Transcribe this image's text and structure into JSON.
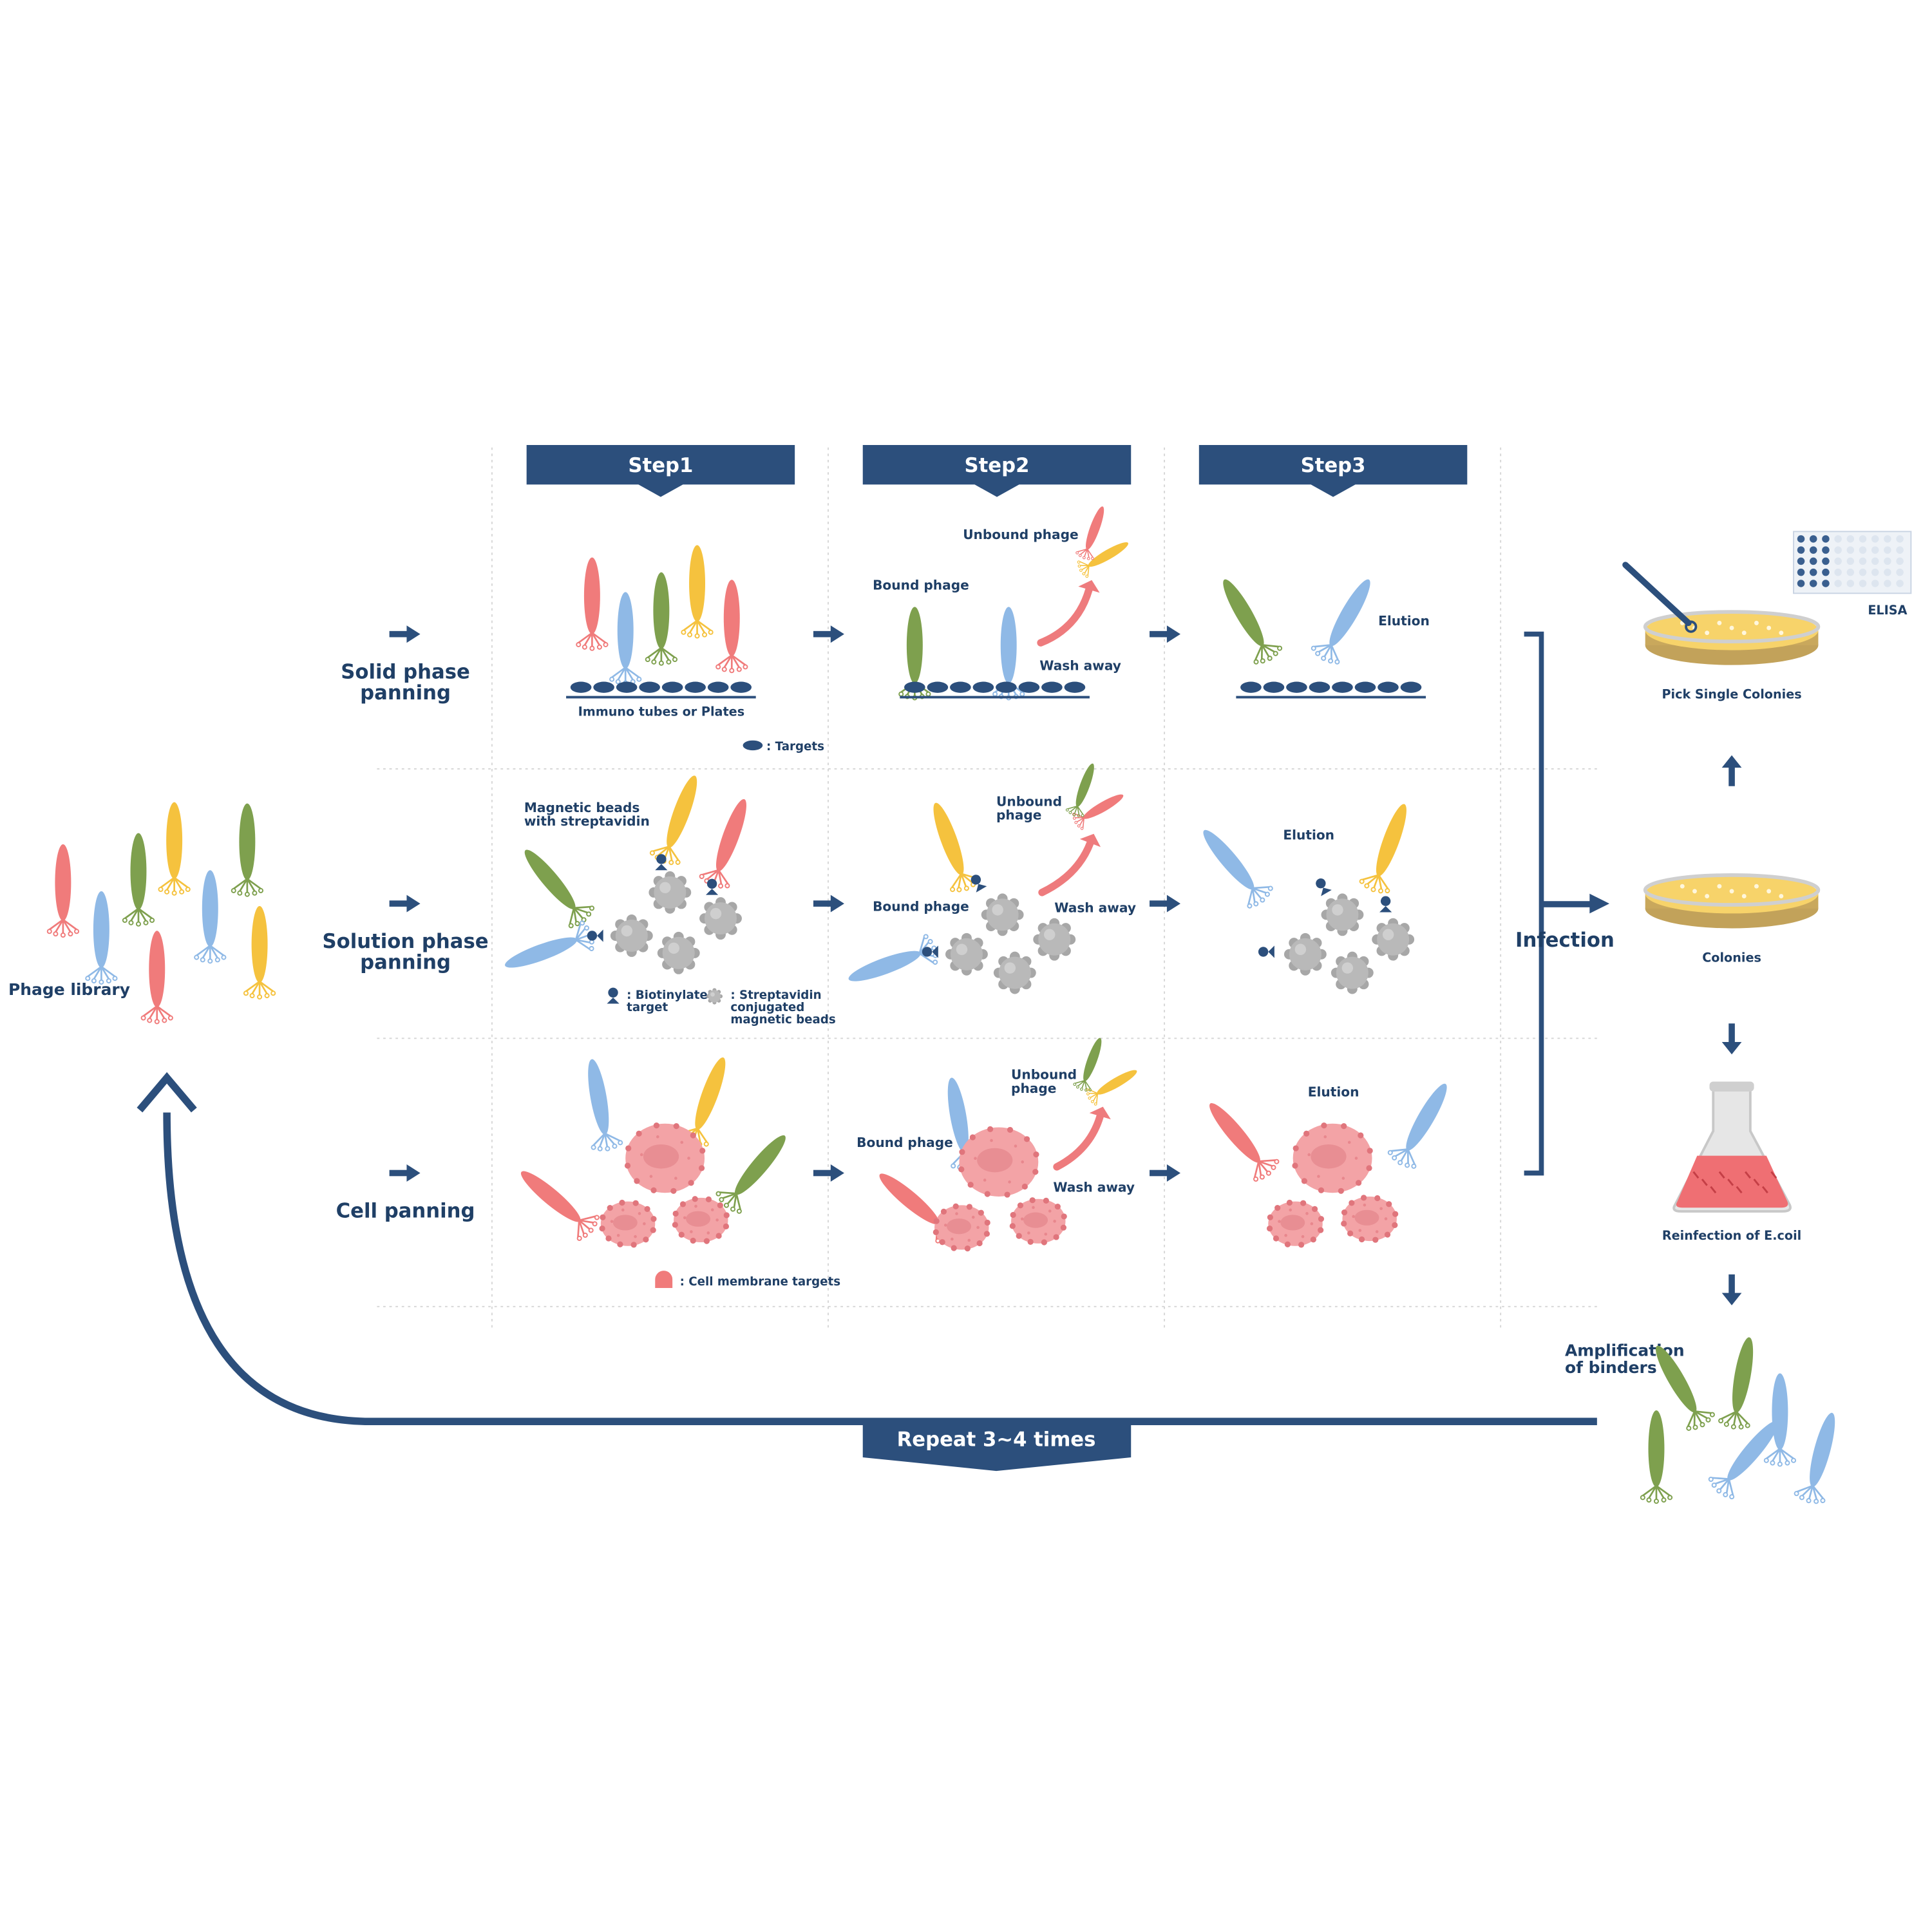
{
  "colors": {
    "navy": "#2c4f7c",
    "text": "#1f3f66",
    "red": "#f07b7b",
    "blue": "#8fb9e6",
    "green": "#7ea04e",
    "yellow": "#f5c23e",
    "gray": "#b9b9b9",
    "pink": "#f3a3a6",
    "grid": "#d6d6d6"
  },
  "steps": [
    "Step1",
    "Step2",
    "Step3"
  ],
  "rows": {
    "solid": "Solid phase\npanning",
    "solution": "Solution phase\npanning",
    "cell": "Cell panning"
  },
  "library": "Phage library",
  "labels": {
    "immuno": "Immuno tubes or Plates",
    "targets_legend": ": Targets",
    "bound_phage": "Bound phage",
    "unbound_phage": "Unbound phage",
    "unbound_phage_2line": "Unbound\nphage",
    "wash_away": "Wash away",
    "elution": "Elution",
    "magnetic_beads": "Magnetic beads\nwith streptavidin",
    "biotinylated": ": Biotinylated\ntarget",
    "streptavidin": ": Streptavidin\nconjugated\nmagnetic beads",
    "cell_membrane": ": Cell membrane targets"
  },
  "right": {
    "infection": "Infection",
    "elisa": "ELISA",
    "pick": "Pick Single Colonies",
    "colonies": "Colonies",
    "reinfection": "Reinfection of E.coil",
    "amplification": "Amplification\nof binders"
  },
  "repeat": "Repeat 3~4 times"
}
